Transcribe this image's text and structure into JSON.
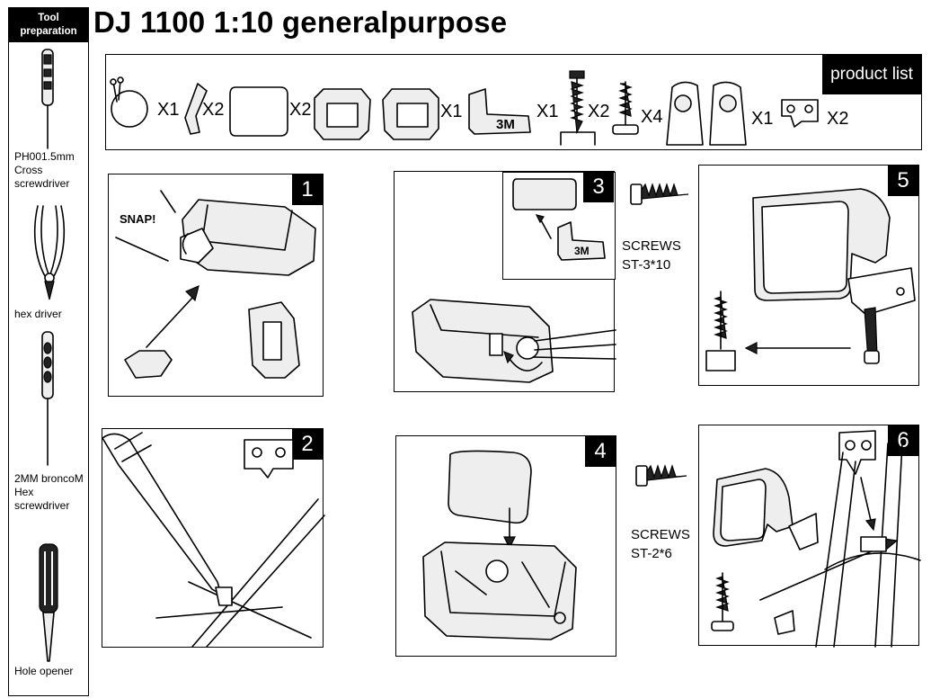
{
  "title": "DJ 1100 1:10 generalpurpose",
  "tools": {
    "header": "Tool preparation",
    "items": [
      {
        "label": "PH001.5mm Cross screwdriver",
        "icon": "cross-screwdriver-icon"
      },
      {
        "label": "hex driver",
        "icon": "hex-driver-pliers-icon"
      },
      {
        "label": "2MM broncoM  Hex screwdriver",
        "icon": "hex-screwdriver-icon"
      },
      {
        "label": "Hole opener",
        "icon": "hole-opener-icon"
      }
    ]
  },
  "product_list": {
    "label": "product list",
    "items": [
      {
        "name": "wire-loop",
        "qty": "X1"
      },
      {
        "name": "clip",
        "qty": "X2"
      },
      {
        "name": "mirror-pad",
        "qty": "X2"
      },
      {
        "name": "housing-pair",
        "qty": "X1"
      },
      {
        "name": "3m-tape",
        "qty": "X1"
      },
      {
        "name": "long-screw",
        "qty": "X2"
      },
      {
        "name": "short-screw",
        "qty": "X4"
      },
      {
        "name": "mount-base-pair",
        "qty": "X1"
      },
      {
        "name": "bracket",
        "qty": "X2"
      }
    ]
  },
  "steps": [
    {
      "number": "1",
      "annotation": "SNAP!"
    },
    {
      "number": "2"
    },
    {
      "number": "3"
    },
    {
      "number": "4"
    },
    {
      "number": "5"
    },
    {
      "number": "6"
    }
  ],
  "screw_notes": [
    {
      "line1": "SCREWS",
      "line2": "ST-3*10"
    },
    {
      "line1": "SCREWS",
      "line2": "ST-2*6"
    }
  ]
}
